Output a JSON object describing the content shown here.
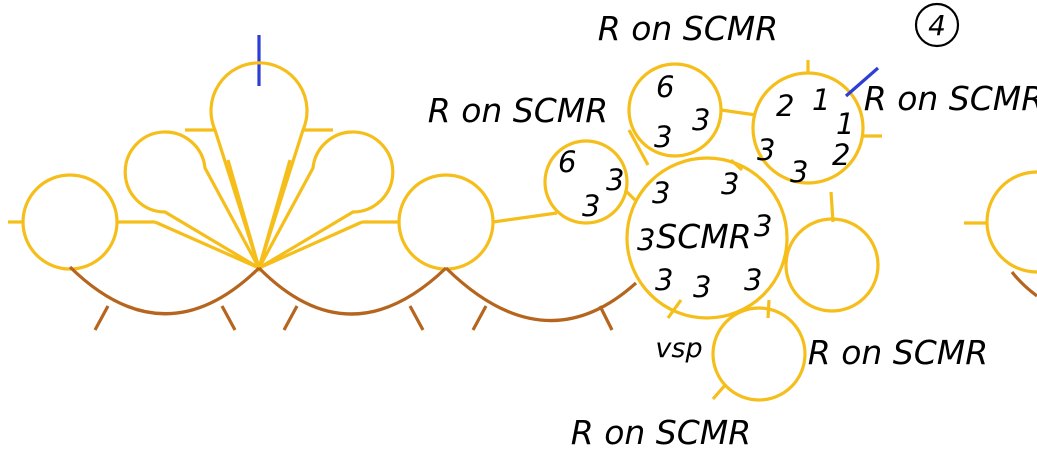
{
  "labels": {
    "r_on_scmr_top": "R on SCMR",
    "r_on_scmr_left": "R on SCMR",
    "r_on_scmr_right": "R on SCMR",
    "r_on_scmr_lower_right": "R on SCMR",
    "r_on_scmr_bottom": "R on SCMR",
    "scmr": "SCMR",
    "vsp": "vsp",
    "circled_number": "4"
  },
  "multiplicities": {
    "top_circle": [
      "6",
      "3",
      "3"
    ],
    "left_circle": [
      "6",
      "3",
      "3"
    ],
    "right_circle": [
      "2",
      "1",
      "1",
      "3",
      "3",
      "2"
    ],
    "center_circle": [
      "3",
      "3",
      "3",
      "3",
      "3",
      "3",
      "3"
    ]
  },
  "colors": {
    "line": "#F5BE1A",
    "arc": "#B5651D",
    "accent": "#2D3ED6",
    "text": "#000000"
  }
}
